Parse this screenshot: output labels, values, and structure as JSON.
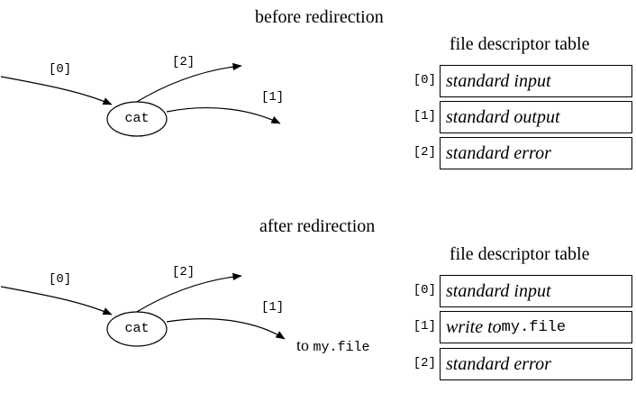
{
  "before": {
    "title": "before redirection",
    "table_title": "file descriptor table",
    "process": "cat",
    "labels": {
      "fd0": "[0]",
      "fd1": "[1]",
      "fd2": "[2]"
    },
    "table": {
      "rows": [
        {
          "index": "[0]",
          "value": "standard input"
        },
        {
          "index": "[1]",
          "value": "standard output"
        },
        {
          "index": "[2]",
          "value": "standard error"
        }
      ]
    }
  },
  "after": {
    "title": "after redirection",
    "table_title": "file descriptor table",
    "process": "cat",
    "labels": {
      "fd0": "[0]",
      "fd1": "[1]",
      "fd2": "[2]"
    },
    "arrow_target": {
      "prefix": "to ",
      "file": "my.file"
    },
    "table": {
      "rows": [
        {
          "index": "[0]",
          "value": "standard input"
        },
        {
          "index": "[1]",
          "value_prefix": "write to ",
          "value_mono": "my.file"
        },
        {
          "index": "[2]",
          "value": "standard error"
        }
      ]
    }
  }
}
